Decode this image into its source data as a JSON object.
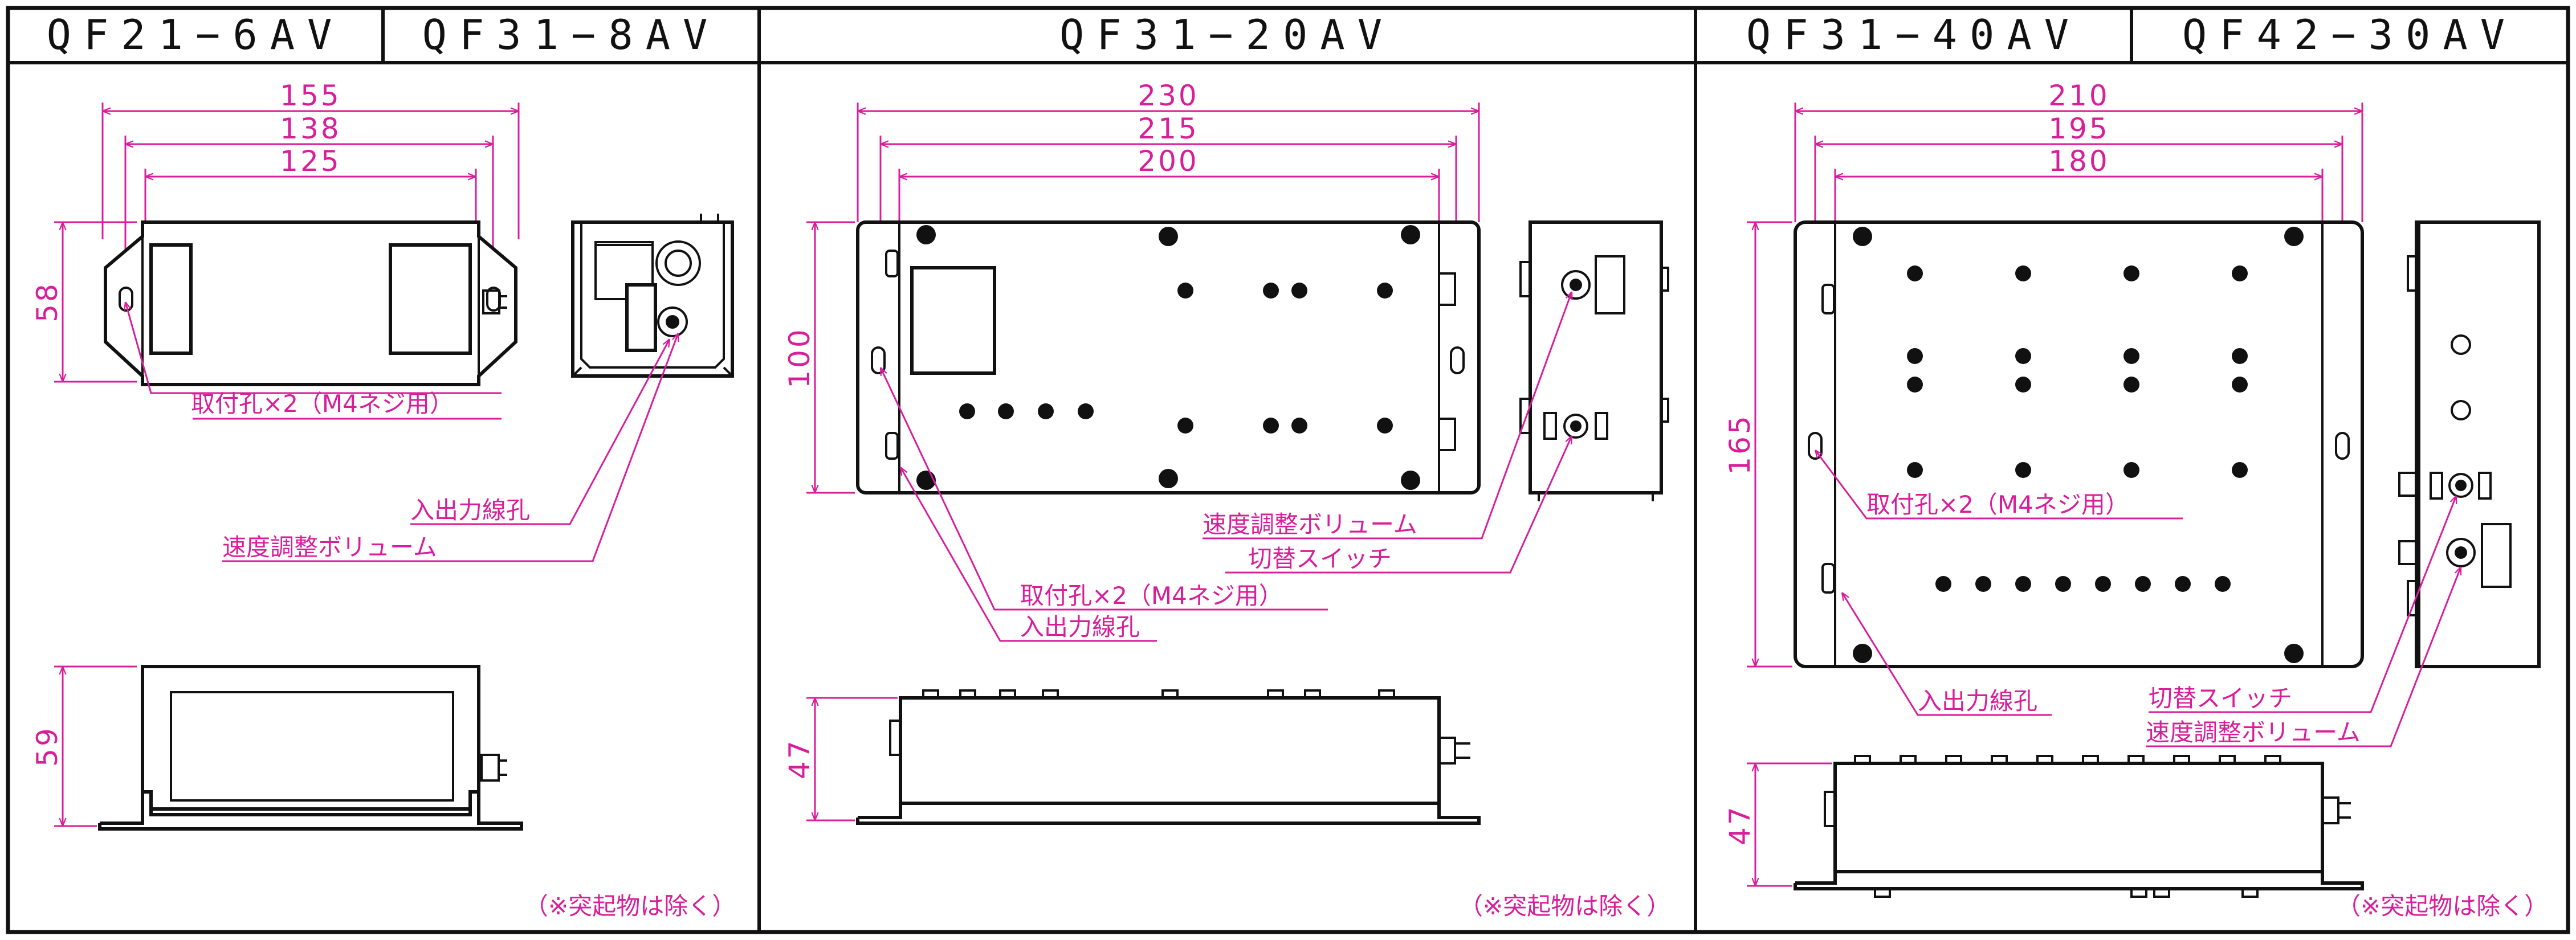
{
  "headers": {
    "panel1_a": "QF21−6AV",
    "panel1_b": "QF31−8AV",
    "panel2": "QF31−20AV",
    "panel3_a": "QF31−40AV",
    "panel3_b": "QF42−30AV"
  },
  "panel1": {
    "dims": {
      "w1": "155",
      "w2": "138",
      "w3": "125",
      "h_top": "58",
      "h_side": "59"
    },
    "labels": {
      "mount": "取付孔×2（M4ネジ用）",
      "io_hole": "入出力線孔",
      "volume": "速度調整ボリューム"
    },
    "note": "（※突起物は除く）"
  },
  "panel2": {
    "dims": {
      "w1": "230",
      "w2": "215",
      "w3": "200",
      "h_top": "100",
      "h_side": "47"
    },
    "labels": {
      "volume": "速度調整ボリューム",
      "switch": "切替スイッチ",
      "mount": "取付孔×2（M4ネジ用）",
      "io_hole": "入出力線孔"
    },
    "note": "（※突起物は除く）"
  },
  "panel3": {
    "dims": {
      "w1": "210",
      "w2": "195",
      "w3": "180",
      "h_top": "165",
      "h_side": "47"
    },
    "labels": {
      "mount": "取付孔×2（M4ネジ用）",
      "io_hole": "入出力線孔",
      "switch": "切替スイッチ",
      "volume": "速度調整ボリューム"
    },
    "note": "（※突起物は除く）"
  },
  "colors": {
    "dimension": "#d81e9a",
    "line": "#111111"
  }
}
